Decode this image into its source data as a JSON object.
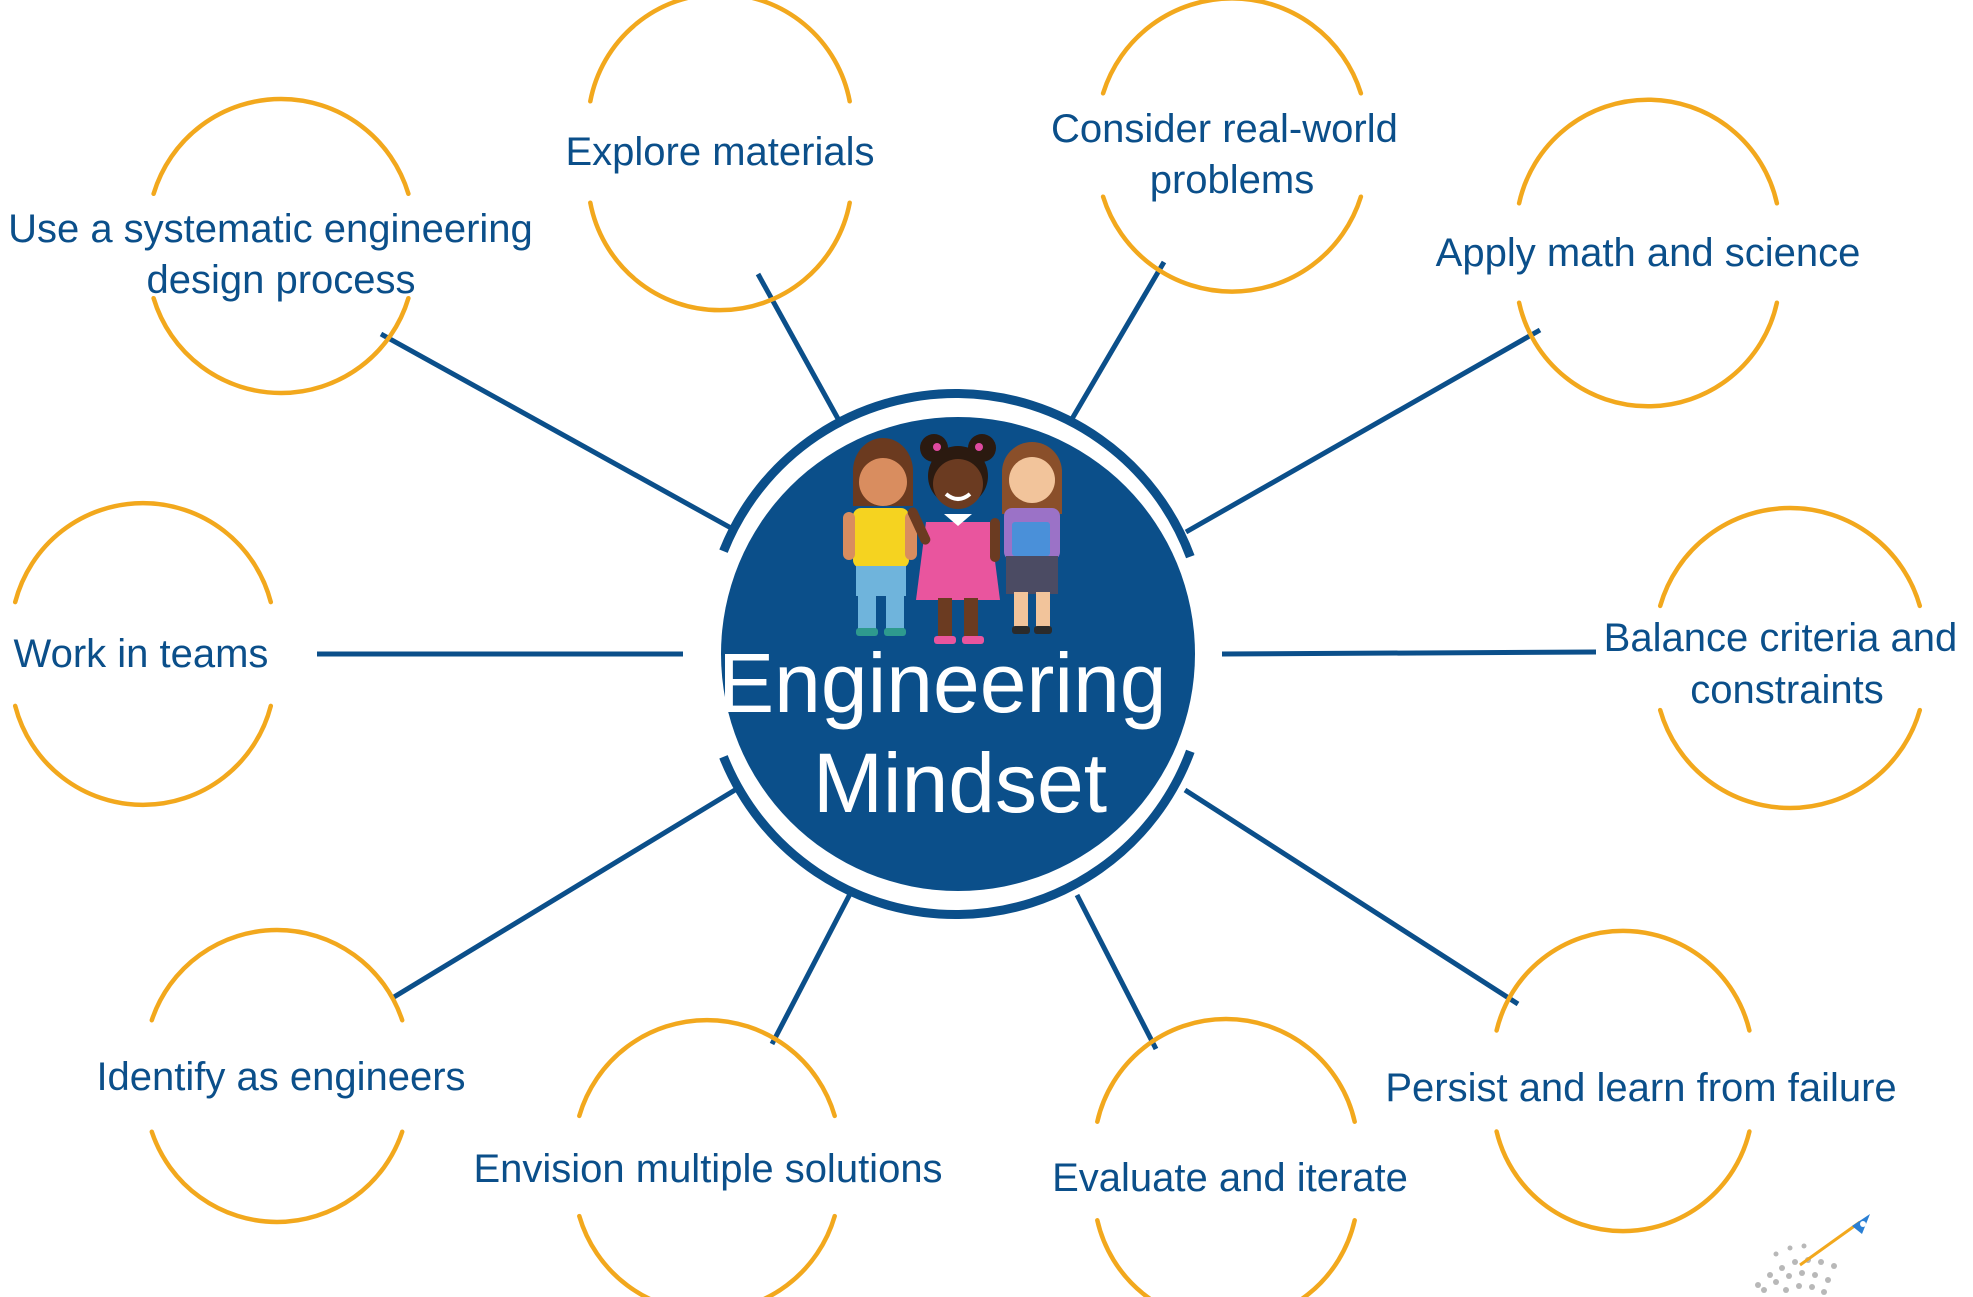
{
  "center": {
    "line1": "Engineering",
    "line2": "Mindset"
  },
  "colors": {
    "line": "#0b4f8a",
    "arc": "#f2a81d",
    "label": "#0b4f8a",
    "center_fill": "#0b4f8a",
    "center_text": "#ffffff"
  },
  "nodes": [
    {
      "id": "systematic-process",
      "lines": [
        "Use a systematic engineering",
        "design process"
      ]
    },
    {
      "id": "explore-materials",
      "lines": [
        "Explore materials"
      ]
    },
    {
      "id": "real-world-problems",
      "lines": [
        "Consider real-world",
        "problems"
      ]
    },
    {
      "id": "math-science",
      "lines": [
        "Apply math and science"
      ]
    },
    {
      "id": "teams",
      "lines": [
        "Work in teams"
      ]
    },
    {
      "id": "criteria-constraints",
      "lines": [
        "Balance criteria and",
        "constraints"
      ]
    },
    {
      "id": "identify-engineers",
      "lines": [
        "Identify as engineers"
      ]
    },
    {
      "id": "multiple-solutions",
      "lines": [
        "Envision multiple solutions"
      ]
    },
    {
      "id": "evaluate-iterate",
      "lines": [
        "Evaluate and iterate"
      ]
    },
    {
      "id": "persist-failure",
      "lines": [
        "Persist and learn from failure"
      ]
    }
  ],
  "icons": {
    "kids": "three-children-illustration",
    "logo": "rocket-logo-icon"
  }
}
